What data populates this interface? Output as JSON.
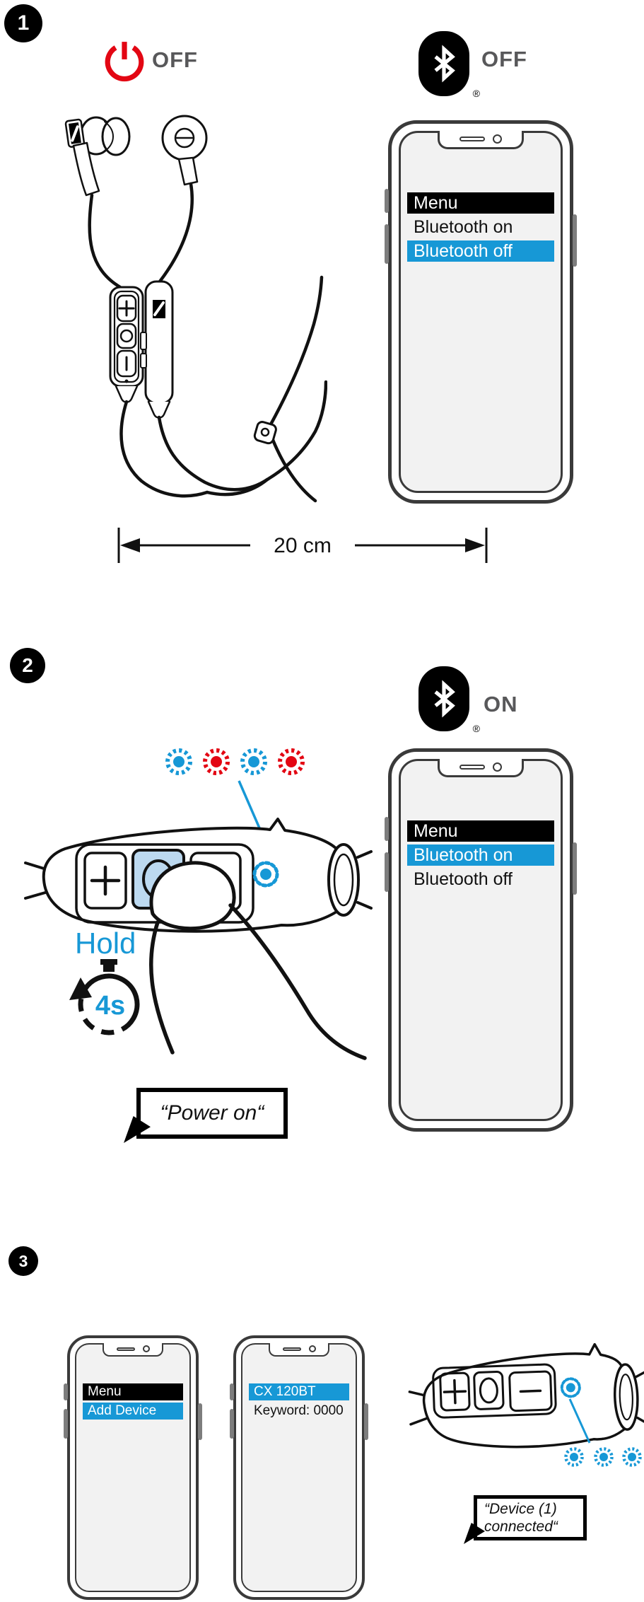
{
  "colors": {
    "blue": "#1798d6",
    "red": "#e30613",
    "gray": "#58585a",
    "highlight": "#bcd9f0",
    "screen": "#f2f2f2",
    "ink": "#111111"
  },
  "shared": {
    "registered_mark": "®"
  },
  "step1": {
    "badge": "1",
    "power_state": "OFF",
    "bluetooth_state": "OFF",
    "distance": "20 cm",
    "phone_menu": {
      "title": "Menu",
      "item_on": "Bluetooth on",
      "item_off": "Bluetooth off",
      "selected": "Bluetooth off"
    }
  },
  "step2": {
    "badge": "2",
    "bluetooth_state": "ON",
    "hold": "Hold",
    "duration": "4s",
    "voice_prompt": "“Power on“",
    "phone_menu": {
      "title": "Menu",
      "item_on": "Bluetooth on",
      "item_off": "Bluetooth off",
      "selected": "Bluetooth on"
    }
  },
  "step3": {
    "badge": "3",
    "phone_a": {
      "title": "Menu",
      "item": "Add Device",
      "selected": "Add Device"
    },
    "phone_b": {
      "device_name": "CX 120BT",
      "keyword": "Keyword: 0000",
      "selected": "CX 120BT"
    },
    "voice_prompt_line1": "“Device (1)",
    "voice_prompt_line2": "connected“"
  }
}
